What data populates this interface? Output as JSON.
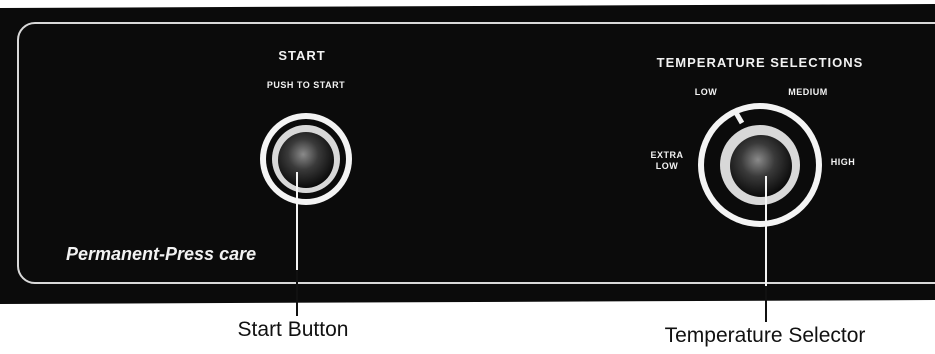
{
  "panel": {
    "start": {
      "title": "START",
      "subtitle": "PUSH TO START"
    },
    "temperature": {
      "title": "TEMPERATURE SELECTIONS",
      "settings": {
        "low": "LOW",
        "medium": "MEDIUM",
        "extra_low_line1": "EXTRA",
        "extra_low_line2": "LOW",
        "high": "HIGH"
      }
    },
    "brand": "Permanent-Press care"
  },
  "callouts": {
    "start_button": "Start Button",
    "temperature_selector": "Temperature Selector"
  }
}
